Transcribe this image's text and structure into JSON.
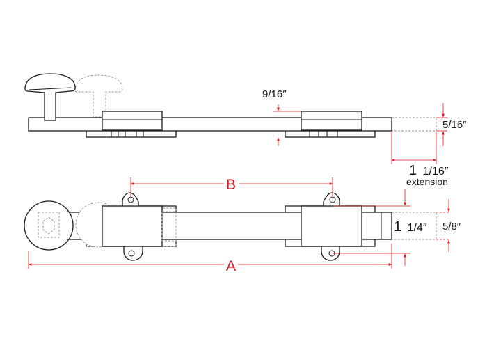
{
  "dimensions": {
    "thickness_label": "9/16″",
    "rod_height_label": "5/16″",
    "extension_value": "1",
    "extension_fraction": "1/16″",
    "extension_word": "extension",
    "rod_width_label": "5/8″",
    "guide_width_value": "1",
    "guide_width_fraction": "1/4″",
    "overall_length_label": "A",
    "mounting_spacing_label": "B"
  },
  "colors": {
    "dimension": "#e0171f",
    "outline": "#1a1a1a",
    "ghost": "#9a9a9a"
  }
}
